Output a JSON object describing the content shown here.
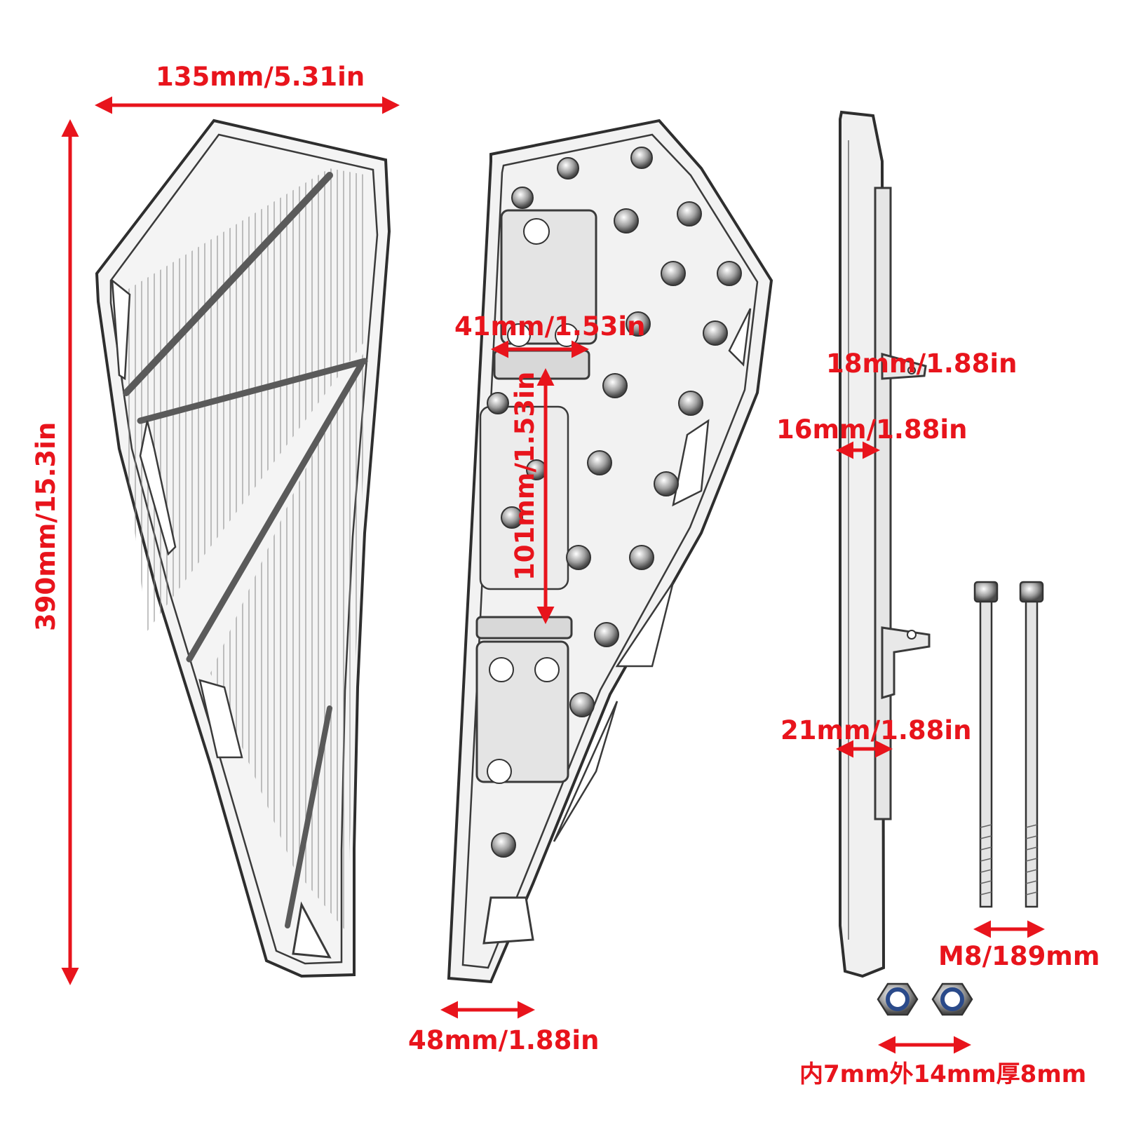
{
  "dimensions": {
    "overall_width": "135mm/5.31in",
    "overall_length": "390mm/15.3in",
    "bracket_width": "41mm/1.53in",
    "bracket_spacing": "101mm/1.53in",
    "rear_width": "48mm/1.88in",
    "side_top_flange": "18mm/1.88in",
    "side_thickness_upper": "16mm/1.88in",
    "side_thickness_lower": "21mm/1.88in",
    "bolt_size": "M8/189mm",
    "nut_size": "内7mm外14mm厚8mm"
  },
  "colors": {
    "dimension_red": "#e8141c",
    "metal_outline": "#3a3a3a",
    "metal_fill": "#f2f2f2",
    "nut_ring": "#2a4a8a"
  }
}
